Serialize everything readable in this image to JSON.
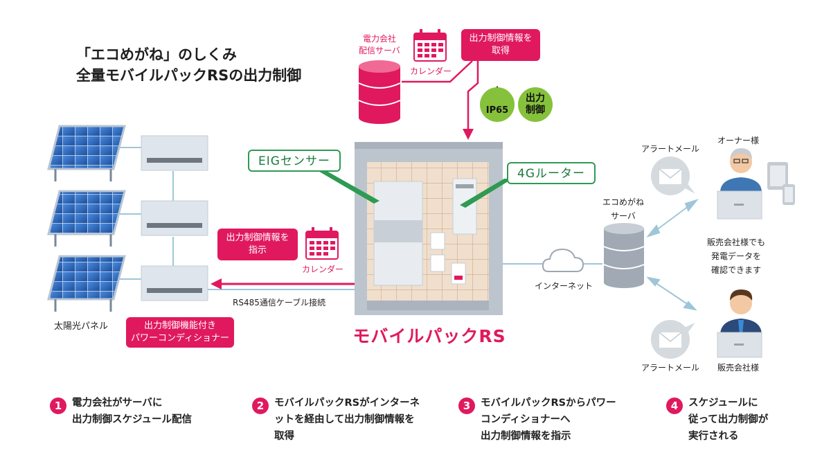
{
  "title": {
    "line1": "「エコめがね」のしくみ",
    "line2": "全量モバイルパックRSの出力制御"
  },
  "power_server": {
    "label_line1": "電力会社",
    "label_line2": "配信サーバ",
    "calendar_label": "カレンダー",
    "callout_line1": "出力制御情報を",
    "callout_line2": "取得"
  },
  "badges": {
    "ip": "IP65",
    "output_line1": "出力",
    "output_line2": "制御"
  },
  "cabinet": {
    "title": "モバイルパックRS",
    "sensor_label": "EIGセンサー",
    "router_label": "4Gルーター"
  },
  "instruction": {
    "callout_line1": "出力制御情報を",
    "callout_line2": "指示",
    "calendar_label": "カレンダー",
    "cable_label": "RS485通信ケーブル接続"
  },
  "solar": {
    "label": "太陽光パネル",
    "pcs_line1": "出力制御機能付き",
    "pcs_line2": "パワーコンディショナー"
  },
  "network": {
    "internet": "インターネット",
    "server_line1": "エコめがね",
    "server_line2": "サーバ",
    "alert_top": "アラートメール",
    "alert_bottom": "アラートメール",
    "owner": "オーナー様",
    "dealer": "販売会社様",
    "dealer_note_line1": "販売会社様でも",
    "dealer_note_line2": "発電データを",
    "dealer_note_line3": "確認できます"
  },
  "steps": [
    {
      "num": "1",
      "text": "電力会社がサーバに\n出力制御スケジュール配信"
    },
    {
      "num": "2",
      "text": "モバイルパックRSがインターネ\nットを経由して出力制御情報を\n取得"
    },
    {
      "num": "3",
      "text": "モバイルパックRSからパワー\nコンディショナーへ\n出力制御情報を指示"
    },
    {
      "num": "4",
      "text": "スケジュールに\n従って出力制御が\n実行される"
    }
  ],
  "colors": {
    "accent": "#e0195e",
    "green": "#2e9a52",
    "badge": "#86c13b",
    "line": "#9ec6d8",
    "panel": "#2b64b6"
  }
}
